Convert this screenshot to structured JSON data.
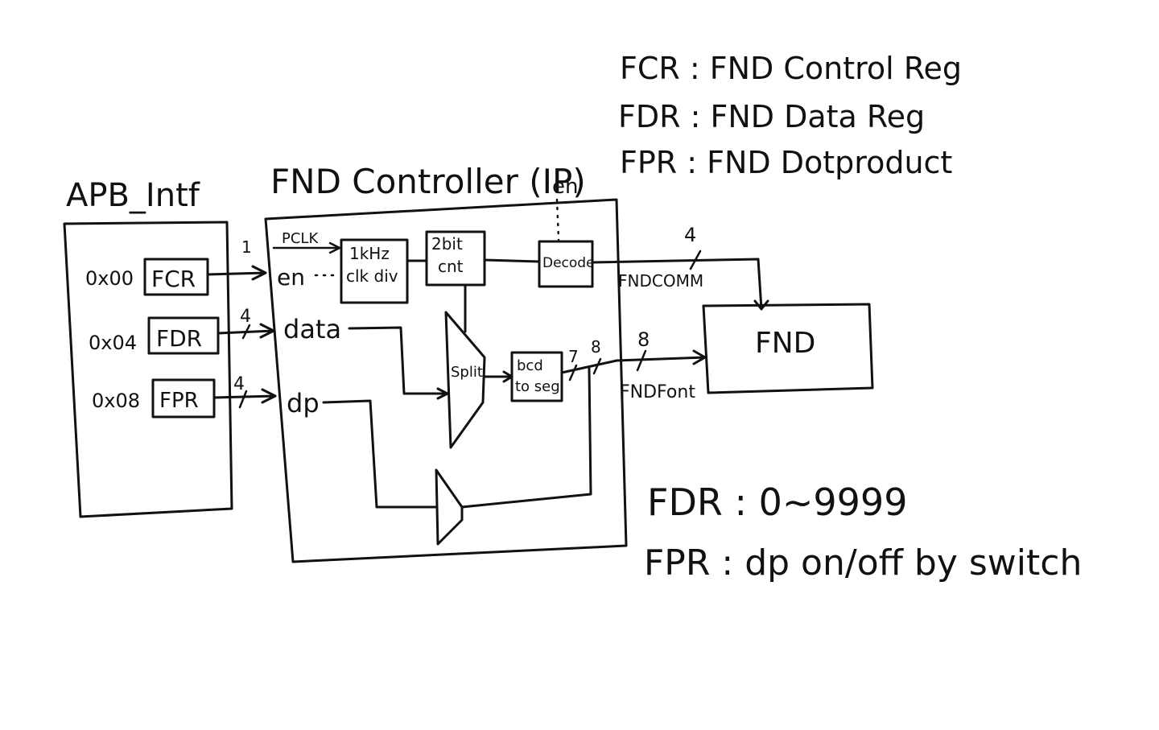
{
  "legend": {
    "lines": [
      "FCR : FND Control Reg",
      "FDR : FND Data Reg",
      "FPR : FND Dotproduct"
    ]
  },
  "apb": {
    "title": "APB_Intf",
    "registers": [
      {
        "address": "0x00",
        "name": "FCR",
        "width": "1"
      },
      {
        "address": "0x04",
        "name": "FDR",
        "width": "4"
      },
      {
        "address": "0x08",
        "name": "FPR",
        "width": "4"
      }
    ]
  },
  "controller": {
    "title": "FND Controller (IP)",
    "en_label": "en",
    "pclk": "PCLK",
    "inputs": {
      "en": "en",
      "data": "data",
      "dp": "dp"
    },
    "clk_div": [
      "1kHz",
      "clk div"
    ],
    "cnt": [
      "2bit",
      "cnt"
    ],
    "decoder": "Decode",
    "splitter": "Split",
    "bcd": [
      "bcd",
      "to seg"
    ],
    "seg_width": "7",
    "out_width": "8"
  },
  "outputs": {
    "comm": {
      "label": "FNDCOMM",
      "width": "4"
    },
    "font": {
      "label": "FNDFont",
      "width": "8"
    }
  },
  "fnd": {
    "label": "FND"
  },
  "notes": [
    "FDR : 0~9999",
    "FPR : dp on/off by switch"
  ]
}
